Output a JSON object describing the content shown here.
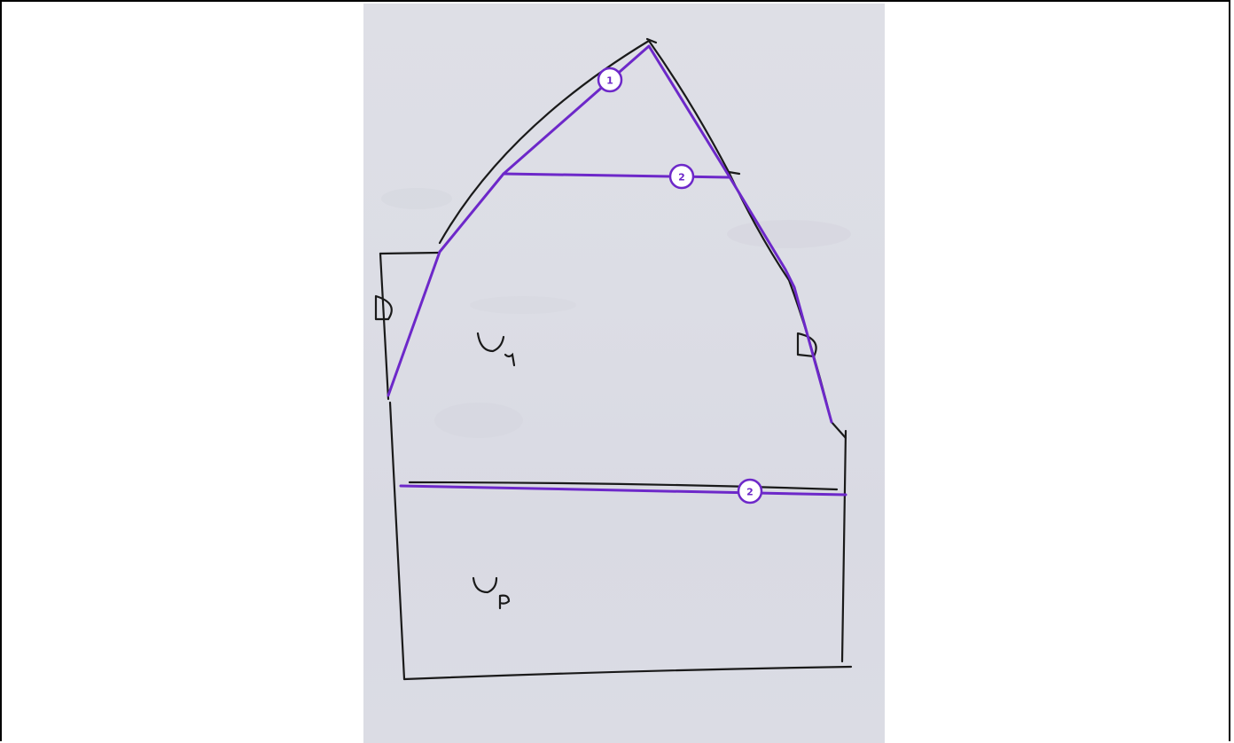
{
  "photo": {
    "description_labels": {
      "upper_region": "Uᵣ",
      "lower_region": "Uₚ",
      "left_mark": "D",
      "right_mark": "D"
    },
    "overlay_markers": [
      {
        "id": "marker-1",
        "text": "1"
      },
      {
        "id": "marker-2a",
        "text": "2"
      },
      {
        "id": "marker-2b",
        "text": "2"
      }
    ]
  },
  "colors": {
    "frame_border": "#000000",
    "page_background": "#ffffff",
    "paper": "#dcdde5",
    "ink": "#1a1a1a",
    "overlay_line": "#6d28c9",
    "marker_fill": "#ffffff"
  }
}
